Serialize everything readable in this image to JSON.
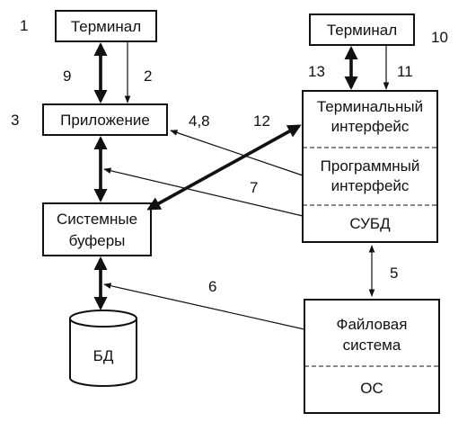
{
  "numbers": {
    "n1": "1",
    "n2": "2",
    "n3": "3",
    "n48": "4,8",
    "n5": "5",
    "n6": "6",
    "n7": "7",
    "n9": "9",
    "n10": "10",
    "n11": "11",
    "n12": "12",
    "n13": "13"
  },
  "nodes": {
    "terminal_left": "Терминал",
    "application": "Приложение",
    "system_buffers_line1": "Системные",
    "system_buffers_line2": "буферы",
    "database": "БД",
    "terminal_right": "Терминал",
    "terminal_interface_line1": "Терминальный",
    "terminal_interface_line2": "интерфейс",
    "program_interface_line1": "Программный",
    "program_interface_line2": "интерфейс",
    "dbms": "СУБД",
    "file_system_line1": "Файловая",
    "file_system_line2": "система",
    "os": "ОС"
  }
}
